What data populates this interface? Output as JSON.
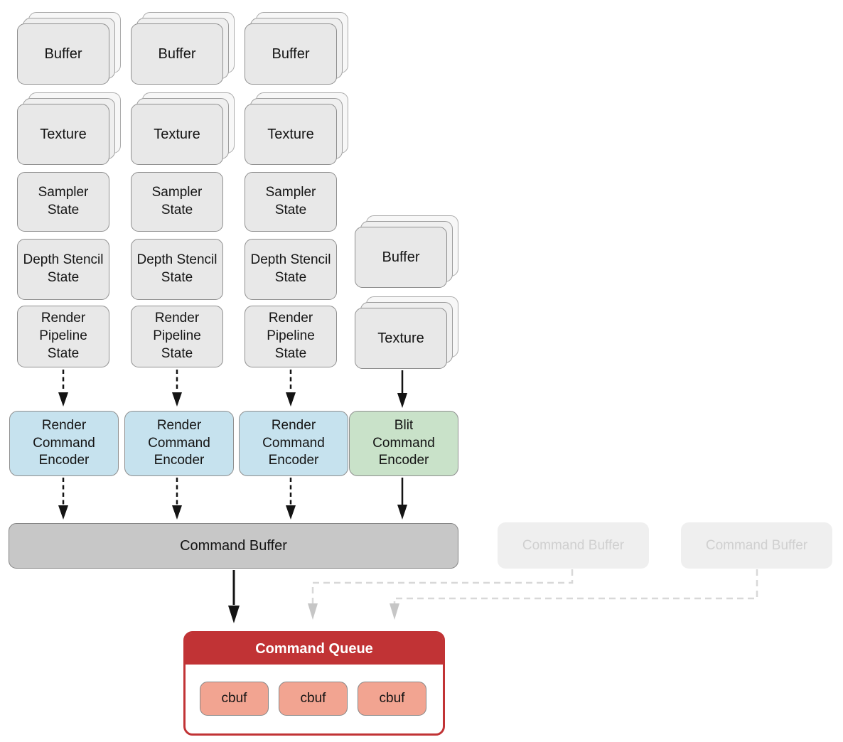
{
  "title": "Metal command model diagram",
  "columns": [
    {
      "stacks": [
        {
          "label": "Buffer"
        },
        {
          "label": "Texture"
        }
      ],
      "cards": [
        {
          "label": "Sampler\nState"
        },
        {
          "label": "Depth Stencil\nState"
        },
        {
          "label": "Render\nPipeline\nState"
        }
      ]
    },
    {
      "stacks": [
        {
          "label": "Buffer"
        },
        {
          "label": "Texture"
        }
      ],
      "cards": [
        {
          "label": "Sampler\nState"
        },
        {
          "label": "Depth Stencil\nState"
        },
        {
          "label": "Render\nPipeline\nState"
        }
      ]
    },
    {
      "stacks": [
        {
          "label": "Buffer"
        },
        {
          "label": "Texture"
        }
      ],
      "cards": [
        {
          "label": "Sampler\nState"
        },
        {
          "label": "Depth Stencil\nState"
        },
        {
          "label": "Render\nPipeline\nState"
        }
      ]
    }
  ],
  "side_stacks": [
    {
      "label": "Buffer"
    },
    {
      "label": "Texture"
    }
  ],
  "encoders": [
    {
      "label": "Render\nCommand\nEncoder",
      "type": "render"
    },
    {
      "label": "Render\nCommand\nEncoder",
      "type": "render"
    },
    {
      "label": "Render\nCommand\nEncoder",
      "type": "render"
    },
    {
      "label": "Blit\nCommand\nEncoder",
      "type": "blit"
    }
  ],
  "command_buffer": {
    "label": "Command Buffer"
  },
  "pending_buffers": [
    {
      "label": "Command Buffer"
    },
    {
      "label": "Command Buffer"
    }
  ],
  "command_queue": {
    "title": "Command Queue",
    "items": [
      {
        "label": "cbuf"
      },
      {
        "label": "cbuf"
      },
      {
        "label": "cbuf"
      }
    ]
  },
  "colors": {
    "card_fill": "#e8e8e8",
    "card_border": "#8f8f8f",
    "render_encoder_fill": "#c6e2ee",
    "blit_encoder_fill": "#c9e2c9",
    "command_buffer_fill": "#c7c7c7",
    "pending_buffer_fill": "#efefef",
    "pending_text": "#d0d0d0",
    "queue_red": "#c13335",
    "cbuf_fill": "#f2a491",
    "arrow_black": "#141414",
    "arrow_faded": "#d8d8d8"
  }
}
